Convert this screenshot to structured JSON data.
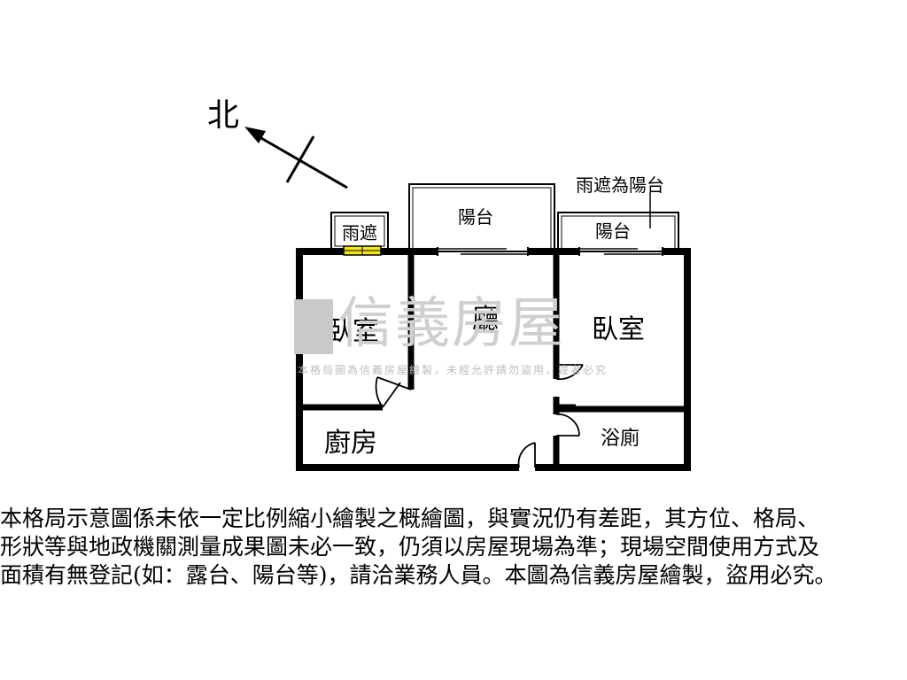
{
  "compass": {
    "label": "北"
  },
  "rooms": {
    "bedroom_left": "臥室",
    "living_room": "廳",
    "bedroom_right": "臥室",
    "kitchen": "廚房",
    "bathroom": "浴廁",
    "canopy_small": "雨遮",
    "balcony_center": "陽台",
    "balcony_right": "陽台"
  },
  "annotation": "雨遮為陽台",
  "watermark": {
    "brand": "信義房屋",
    "notice": "本格局圖為信義房屋繪製，未經允許請勿盜用，違者必究"
  },
  "disclaimer_lines": [
    "本格局示意圖係未依一定比例縮小繪製之概繪圖，與實況仍有差距，其方位、格局、",
    "形狀等與地政機關測量成果圖未必一致，仍須以房屋現場為準；現場空間使用方式及",
    "面積有無登記(如：露台、陽台等)，請洽業務人員。本圖為信義房屋繪製，盜用必究。"
  ],
  "colors": {
    "wall": "#000000",
    "canopy_marker": "#f2e51c",
    "watermark": "#c9c9c9"
  }
}
